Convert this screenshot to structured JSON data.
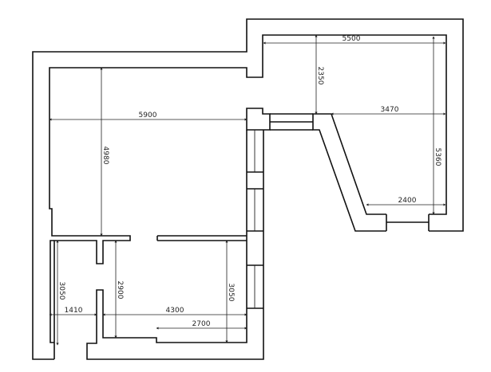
{
  "dimensions": {
    "d5500": "5500",
    "d2350": "2350",
    "d3470": "3470",
    "d5360": "5360",
    "d2400": "2400",
    "d5900": "5900",
    "d4980": "4980",
    "d3050_left": "3050",
    "d1410": "1410",
    "d2900": "2900",
    "d4300": "4300",
    "d2700": "2700",
    "d3050_right": "3050"
  }
}
